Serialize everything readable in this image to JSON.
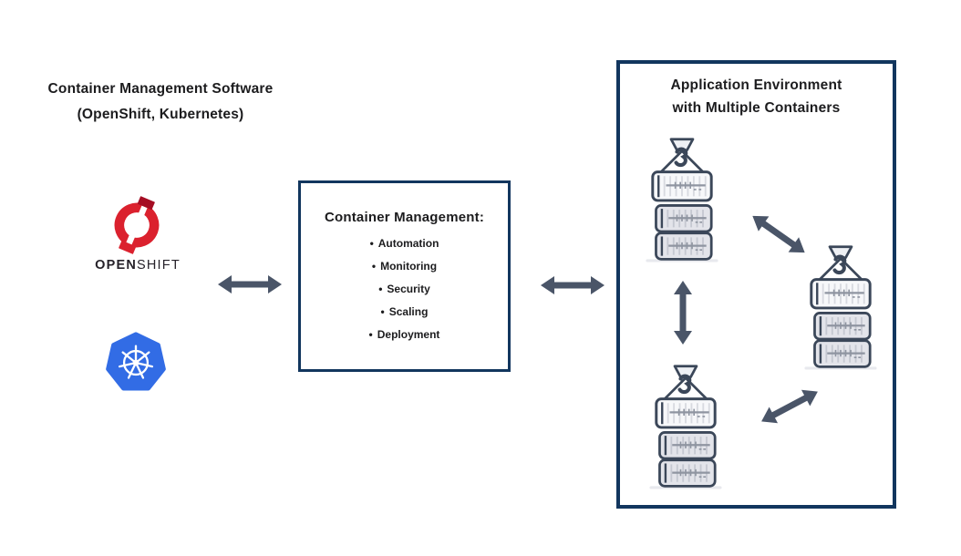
{
  "left_panel": {
    "title_line1": "Container Management Software",
    "title_line2": "(OpenShift, Kubernetes)",
    "openshift": {
      "name": "OpenShift",
      "wordmark_bold": "OPEN",
      "wordmark_light": "SHIFT"
    },
    "kubernetes": {
      "name": "Kubernetes"
    }
  },
  "center_box": {
    "title": "Container Management:",
    "bullet": "•",
    "items": [
      "Automation",
      "Monitoring",
      "Security",
      "Scaling",
      "Deployment"
    ]
  },
  "right_box": {
    "title_line1": "Application Environment",
    "title_line2": "with Multiple Containers"
  },
  "icons": {
    "openshift_logo": "openshift-ring-logo",
    "kubernetes_logo": "kubernetes-helm-wheel-logo",
    "container_stack": "shipping-container-crane-icon",
    "connector": "double-headed-arrow-icon"
  },
  "colors": {
    "box_border": "#12365e",
    "arrow": "#4a5568",
    "icon_outline": "#3b4759",
    "openshift_red": "#DB212E",
    "openshift_dark_red": "#A50D23",
    "kubernetes_blue": "#326CE5",
    "text": "#1c1c1e"
  }
}
